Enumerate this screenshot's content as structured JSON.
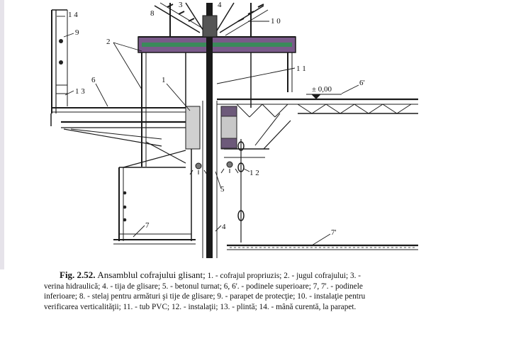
{
  "diagram": {
    "labels": {
      "l1": "1",
      "l2": "2",
      "l3": "3",
      "l4": "4",
      "l4b": "4",
      "l5": "5",
      "l6": "6",
      "l6p": "6'",
      "l7": "7",
      "l7p": "7'",
      "l8": "8",
      "l9": "9",
      "l10": "1 0",
      "l11": "1 1",
      "l12": "1 2",
      "l13": "1 3",
      "l14": "1 4",
      "level": "± 0,00"
    }
  },
  "caption": {
    "fig": "Fig. 2.52.",
    "title": "Ansamblul cofrajului glisant;",
    "line1_rest": "1. - cofrajul propriuzis; 2. - jugul cofrajului; 3. -",
    "line2": "verina hidraulică; 4. - tija de glisare; 5. - betonul turnat; 6, 6'. - podinele superioare; 7, 7'. - podinele",
    "line3": "inferioare; 8. - stelaj pentru armături şi tije de glisare; 9. - parapet de protecţie; 10. - instalaţie pentru",
    "line4": "verificarea verticalităţii; 11. - tub PVC; 12. - instalaţii; 13. - plintă; 14. - mână curentă, la parapet."
  },
  "colors": {
    "line": "#1a1a1a",
    "beam_fill": "#7a5a8a",
    "beam_accent": "#3a8a5a"
  }
}
